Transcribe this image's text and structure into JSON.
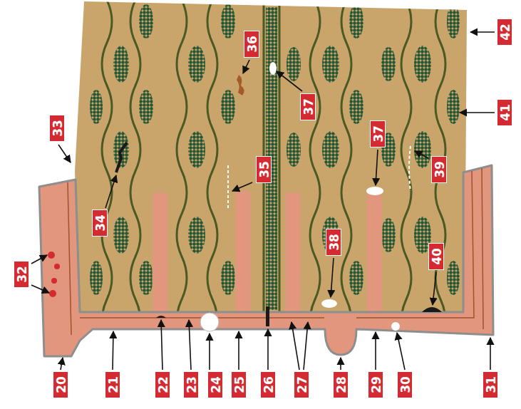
{
  "diagram": {
    "labels": [
      "36",
      "42",
      "37",
      "41",
      "33",
      "37",
      "35",
      "39",
      "34",
      "38",
      "40",
      "32",
      "20",
      "21",
      "22",
      "23",
      "24",
      "25",
      "26",
      "27",
      "28",
      "29",
      "30",
      "31"
    ]
  }
}
